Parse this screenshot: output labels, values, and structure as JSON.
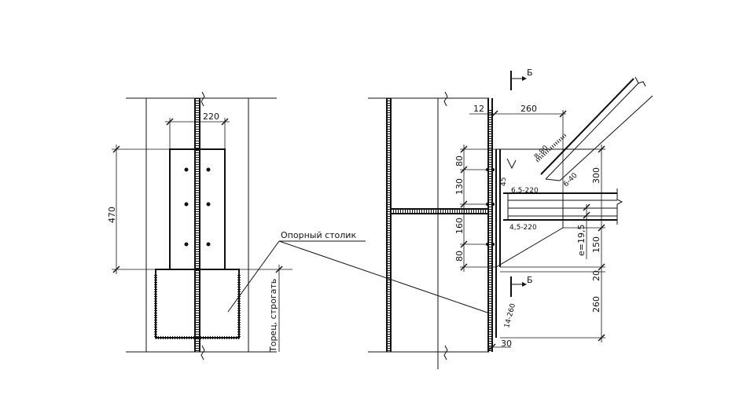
{
  "labels": {
    "dim_220": "220",
    "dim_470": "470",
    "callout": "Опорный столик",
    "planed_end": "Торец, строгать",
    "section_mark_top": "Б",
    "section_mark_bottom": "Б",
    "dim_12": "12",
    "dim_260_top": "260",
    "dim_80_top": "80",
    "dim_130": "130",
    "dim_160": "160",
    "dim_80_bottom": "80",
    "dim_300": "300",
    "dim_150": "150",
    "dim_20": "20",
    "dim_260_right": "260",
    "dim_30": "30",
    "dim_45": "45",
    "ecc": "e=19,5",
    "plate_6_40": "6-40",
    "plate_8_80": "8-80",
    "plate_6_5_220": "6,5-220",
    "plate_4_5_220": "4,5-220",
    "plate_14_260": "14-260"
  }
}
